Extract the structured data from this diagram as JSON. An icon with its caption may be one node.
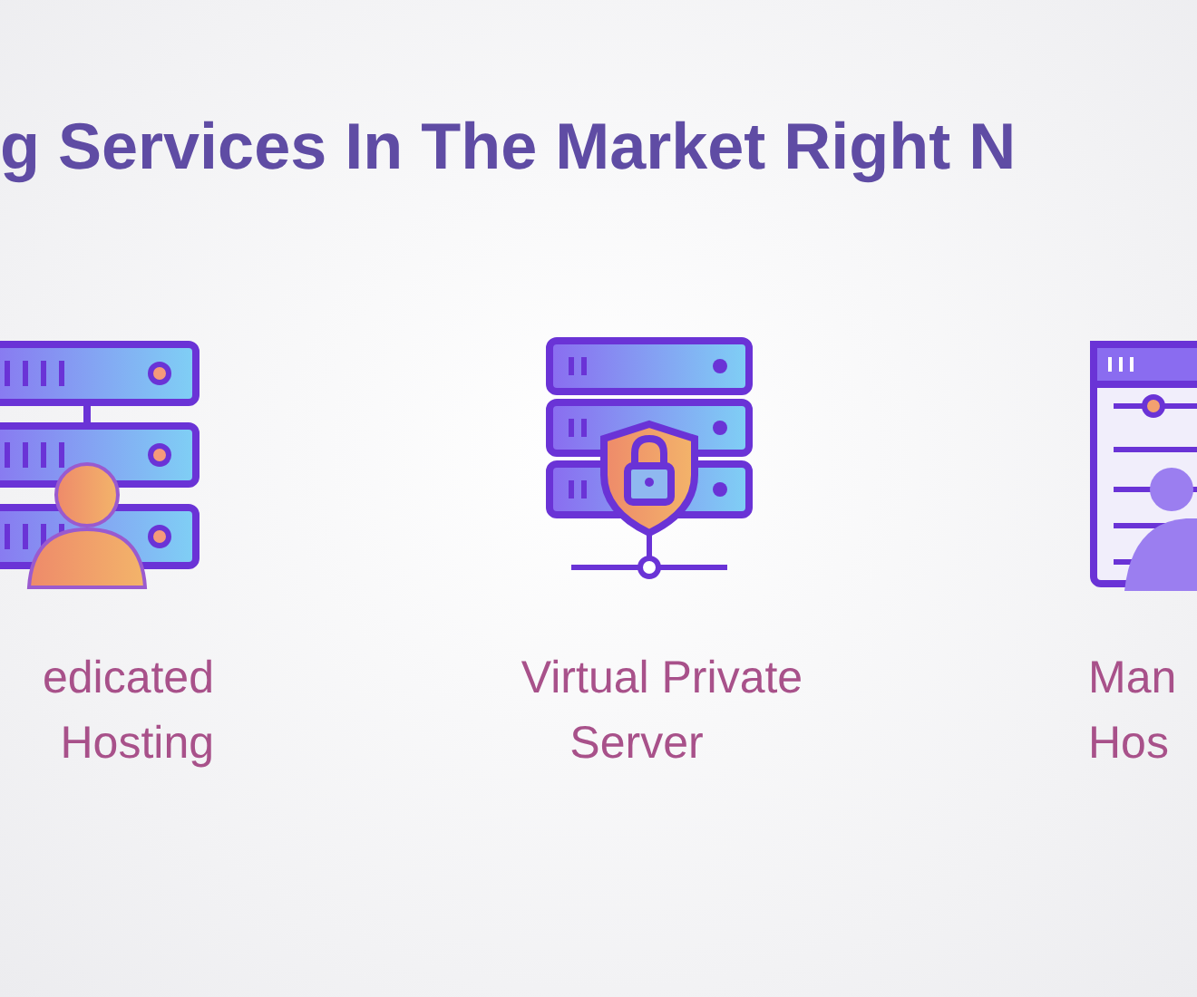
{
  "diagram": {
    "title": "g Services In The Market Right N",
    "nodes": [
      {
        "text": [
          "edicated Hosting"
        ]
      },
      {
        "text": [
          "Virtual Private Server"
        ]
      },
      {
        "text": [
          "Man Hos"
        ]
      }
    ]
  }
}
